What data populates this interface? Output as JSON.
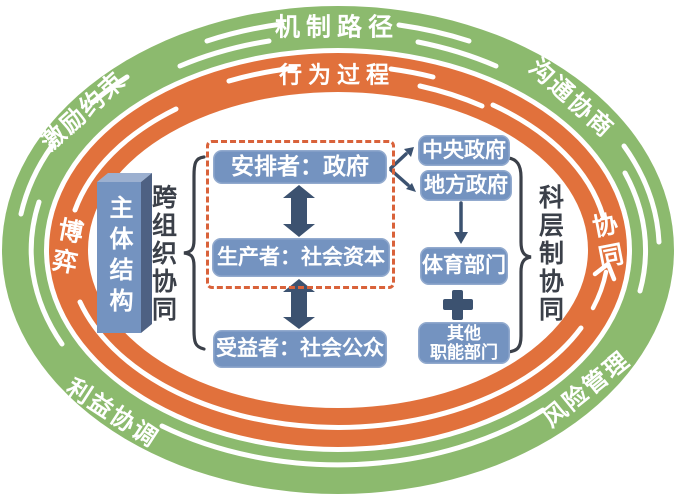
{
  "green_ring": {
    "color": "#8cba6e",
    "label_top": "机制路径",
    "label_top_left": "激励约束",
    "label_top_right": "沟通协商",
    "label_bottom_left": "利益协调",
    "label_bottom_right": "风险管理"
  },
  "orange_ring": {
    "color": "#e1713c",
    "label_top": "行为过程",
    "label_left": "博弈",
    "label_right": "协同"
  },
  "center": {
    "subject_structure": "主体结构",
    "cross_org": "跨组织协同",
    "hierarchy": "科层制协同",
    "arranger": "安排者：政府",
    "producer": "生产者：社会资本",
    "beneficiary": "受益者：社会公众",
    "central_gov": "中央政府",
    "local_gov": "地方政府",
    "sports_dept": "体育部门",
    "other_dept": "其他\n职能部门"
  },
  "icons": {
    "plus": "plus-icon",
    "double_arrow": "double-arrow-icon",
    "curved_arrow": "curved-up-arrow-icon",
    "left_brace": "left-brace-icon",
    "right_brace": "right-brace-icon",
    "fan_arrows": "fan-arrows-icon",
    "down_arrow": "down-arrow-icon",
    "box_3d": "subject-structure-3d-box"
  },
  "colors": {
    "green": "#8cba6e",
    "orange": "#e1713c",
    "box_blue": "#7493c0",
    "box_blue_dark": "#4e6183",
    "box_blue_light": "#9cb0d0",
    "dark_navy": "#3c5270",
    "dashed_border": "#d9623a",
    "ink": "#3b4049"
  }
}
